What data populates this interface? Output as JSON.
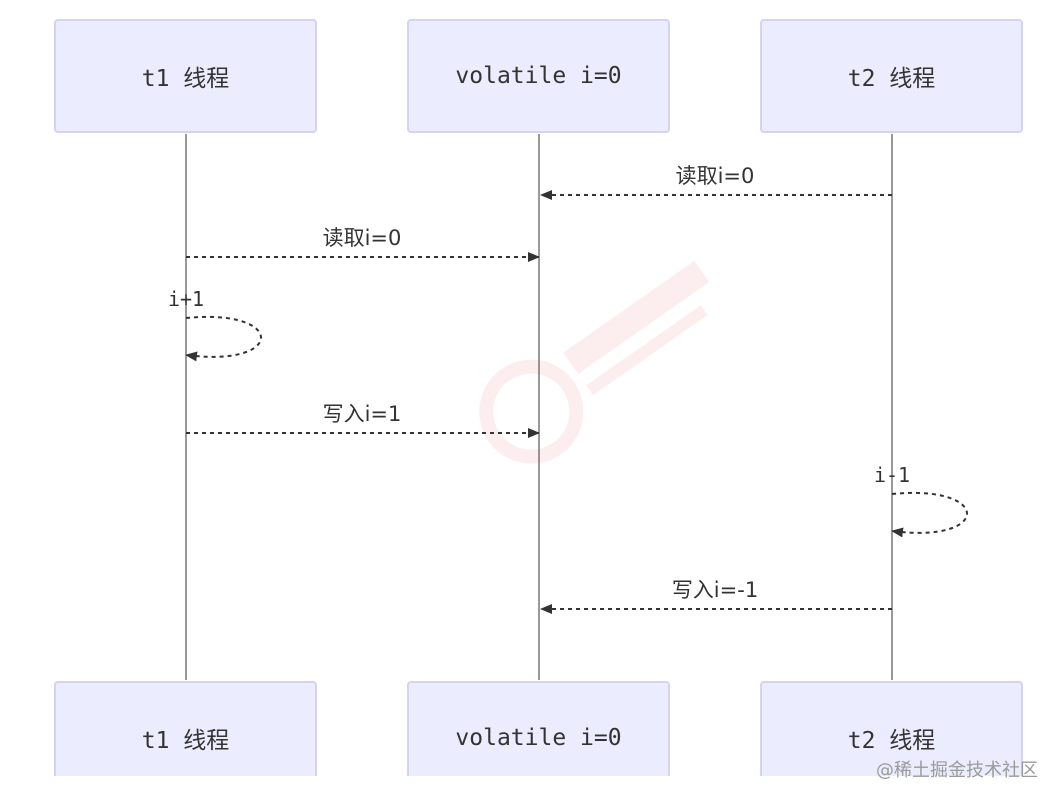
{
  "actors": [
    {
      "id": "t1",
      "label": "t1 线程"
    },
    {
      "id": "vol",
      "label": "volatile i=0"
    },
    {
      "id": "t2",
      "label": "t2 线程"
    }
  ],
  "messages": [
    {
      "from": "t2",
      "to": "vol",
      "label": "读取i=0"
    },
    {
      "from": "t1",
      "to": "vol",
      "label": "读取i=0"
    },
    {
      "from": "t1",
      "to": "t1",
      "label": "i+1"
    },
    {
      "from": "t1",
      "to": "vol",
      "label": "写入i=1"
    },
    {
      "from": "t2",
      "to": "t2",
      "label": "i-1"
    },
    {
      "from": "t2",
      "to": "vol",
      "label": "写入i=-1"
    }
  ],
  "watermark": "@稀土掘金技术社区",
  "colors": {
    "actor_fill": "#ececff",
    "actor_border": "#d5d2f3",
    "line": "#333333",
    "text": "#333333"
  }
}
